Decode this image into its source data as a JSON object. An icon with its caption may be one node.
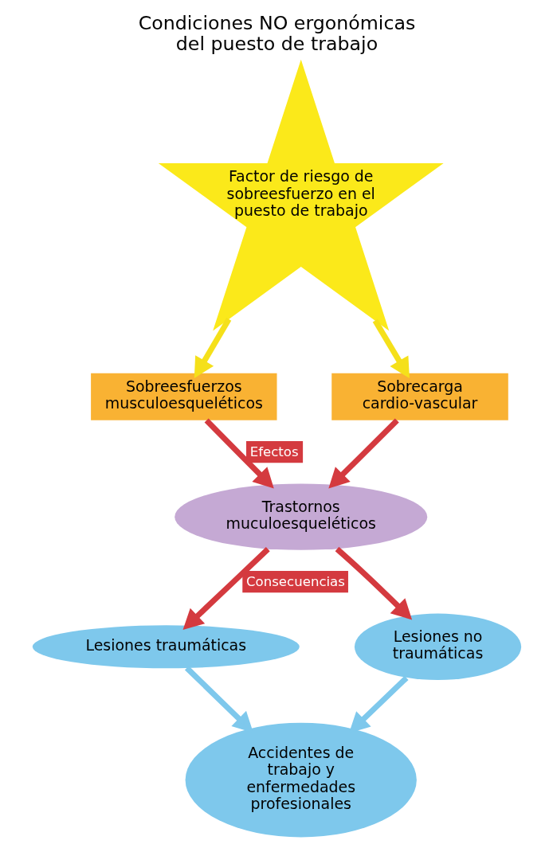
{
  "diagram": {
    "title": "Condiciones NO ergonómicas del puesto de trabajo",
    "nodes": [
      {
        "text": [
          "Factor de riesgo de sobreesfuerzo en el puesto de trabajo"
        ]
      },
      {
        "text": [
          "Sobreesfuerzos musculoesqueléticos"
        ]
      },
      {
        "text": [
          "Sobrecarga cardio-vascular"
        ]
      },
      {
        "text": [
          "Trastornos muculoesqueléticos"
        ]
      },
      {
        "text": [
          "Lesiones traumáticas"
        ]
      },
      {
        "text": [
          "Lesiones no traumáticas"
        ]
      },
      {
        "text": [
          "Accidentes de trabajo y enfermedades profesionales"
        ]
      }
    ],
    "edges": [
      {
        "from": 0,
        "to": 1,
        "arrow": "to",
        "color": "#f5e01a"
      },
      {
        "from": 0,
        "to": 2,
        "arrow": "to",
        "color": "#f5e01a"
      },
      {
        "from": 1,
        "to": 3,
        "arrow": "to",
        "label": "Efectos",
        "color": "#d43a3f"
      },
      {
        "from": 2,
        "to": 3,
        "arrow": "to",
        "color": "#d43a3f"
      },
      {
        "from": 3,
        "to": 4,
        "arrow": "to",
        "label": "Consecuencias",
        "color": "#d43a3f"
      },
      {
        "from": 3,
        "to": 5,
        "arrow": "to",
        "color": "#d43a3f"
      },
      {
        "from": 4,
        "to": 6,
        "arrow": "to",
        "color": "#7ec8ec"
      },
      {
        "from": 5,
        "to": 6,
        "arrow": "to",
        "color": "#7ec8ec"
      }
    ]
  }
}
